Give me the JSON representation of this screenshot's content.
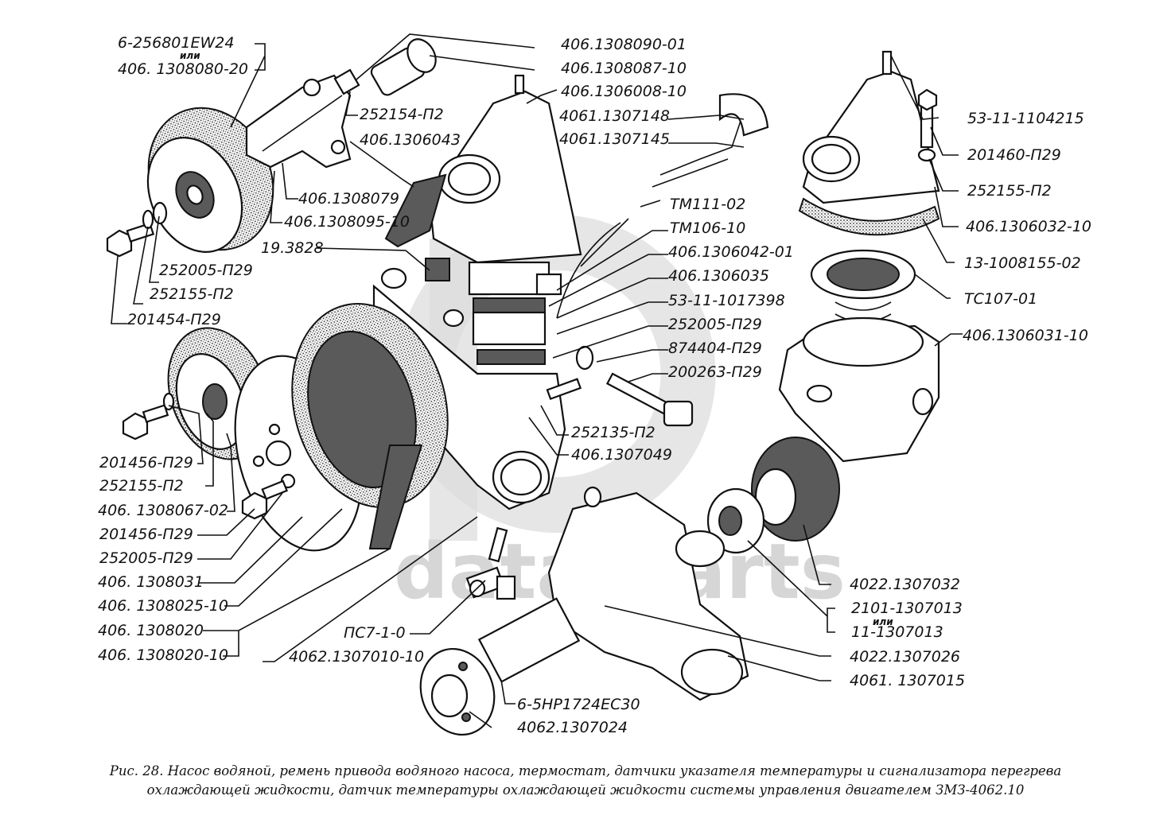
{
  "watermark": {
    "text": "data-parts",
    "logo_letters": "dp"
  },
  "labels_left": [
    {
      "id": "top-left-1",
      "text": "6-256801EW24"
    },
    {
      "id": "top-left-or",
      "text": "или"
    },
    {
      "id": "top-left-2",
      "text": "406. 1308080-20"
    },
    {
      "id": "l1",
      "text": "252154-П2"
    },
    {
      "id": "l2",
      "text": "406.1306043"
    },
    {
      "id": "l3",
      "text": "406.1308079"
    },
    {
      "id": "l4",
      "text": "406.1308095-10"
    },
    {
      "id": "l5",
      "text": "19.3828"
    },
    {
      "id": "l6",
      "text": "252005-П29"
    },
    {
      "id": "l7",
      "text": "252155-П2"
    },
    {
      "id": "l8",
      "text": "201454-П29"
    },
    {
      "id": "l9",
      "text": "201456-П29"
    },
    {
      "id": "l10",
      "text": "252155-П2"
    },
    {
      "id": "l11",
      "text": "406. 1308067-02"
    },
    {
      "id": "l12",
      "text": "201456-П29"
    },
    {
      "id": "l13",
      "text": "252005-П29"
    },
    {
      "id": "l14",
      "text": "406. 1308031"
    },
    {
      "id": "l15",
      "text": "406. 1308025-10"
    },
    {
      "id": "l16",
      "text": "406. 1308020"
    },
    {
      "id": "l17",
      "text": "406. 1308020-10"
    }
  ],
  "labels_center": [
    {
      "id": "c1",
      "text": "406.1308090-01"
    },
    {
      "id": "c2",
      "text": "406.1308087-10"
    },
    {
      "id": "c3",
      "text": "406.1306008-10"
    },
    {
      "id": "c4",
      "text": "4061.1307148"
    },
    {
      "id": "c5",
      "text": "4061.1307145"
    },
    {
      "id": "c6",
      "text": "ТМ111-02"
    },
    {
      "id": "c7",
      "text": "ТМ106-10"
    },
    {
      "id": "c8",
      "text": "406.1306042-01"
    },
    {
      "id": "c9",
      "text": "406.1306035"
    },
    {
      "id": "c10",
      "text": "53-11-1017398"
    },
    {
      "id": "c11",
      "text": "252005-П29"
    },
    {
      "id": "c12",
      "text": "874404-П29"
    },
    {
      "id": "c13",
      "text": "200263-П29"
    },
    {
      "id": "c14",
      "text": "252135-П2"
    },
    {
      "id": "c15",
      "text": "406.1307049"
    },
    {
      "id": "c16",
      "text": "ПС7-1-0"
    },
    {
      "id": "c17",
      "text": "4062.1307010-10"
    },
    {
      "id": "c18",
      "text": "6-5HP1724EC30"
    },
    {
      "id": "c19",
      "text": "4062.1307024"
    }
  ],
  "labels_right": [
    {
      "id": "r1",
      "text": "53-11-1104215"
    },
    {
      "id": "r2",
      "text": "201460-П29"
    },
    {
      "id": "r3",
      "text": "252155-П2"
    },
    {
      "id": "r4",
      "text": "406.1306032-10"
    },
    {
      "id": "r5",
      "text": "13-1008155-02"
    },
    {
      "id": "r6",
      "text": "ТС107-01"
    },
    {
      "id": "r7",
      "text": "406.1306031-10"
    },
    {
      "id": "r8",
      "text": "4022.1307032"
    },
    {
      "id": "r9",
      "text": "2101-1307013"
    },
    {
      "id": "r9-or",
      "text": "или"
    },
    {
      "id": "r10",
      "text": "11-1307013"
    },
    {
      "id": "r11",
      "text": "4022.1307026"
    },
    {
      "id": "r12",
      "text": "4061. 1307015"
    }
  ],
  "caption": {
    "line1": "Рис. 28. Насос водяной, ремень привода водяного насоса, термостат, датчики указателя температуры и сигнализатора перегрева",
    "line2": "охлаждающей жидкости, датчик температуры охлаждающей жидкости системы управления двигателем ЗМЗ-4062.10"
  }
}
